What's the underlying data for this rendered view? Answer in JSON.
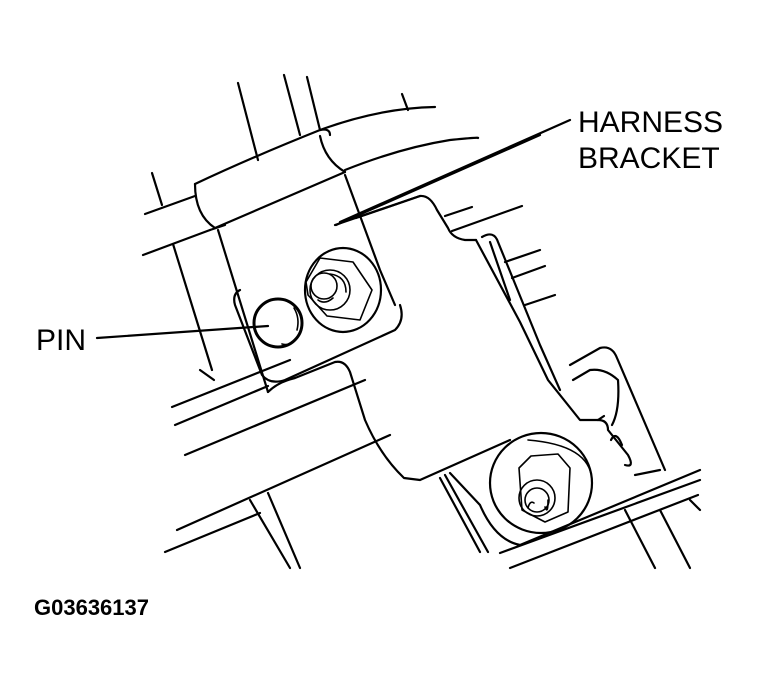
{
  "diagram": {
    "callouts": [
      {
        "id": "harness-bracket",
        "lines": [
          "HARNESS",
          "BRACKET"
        ]
      },
      {
        "id": "pin",
        "label": "PIN"
      }
    ],
    "figure_id": "G03636137",
    "colors": {
      "line": "#000000",
      "background": "#ffffff"
    }
  }
}
